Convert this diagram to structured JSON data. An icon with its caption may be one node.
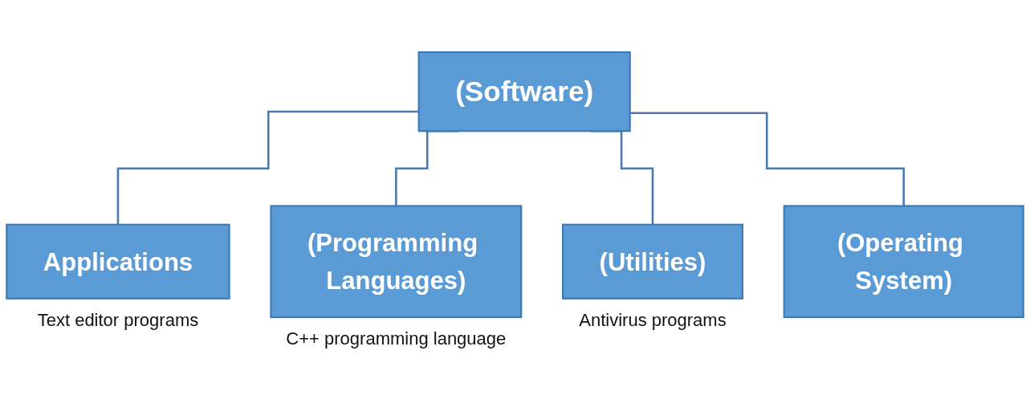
{
  "diagram": {
    "nodes": [
      {
        "text": [
          "(Software)"
        ]
      },
      {
        "text": [
          "Applications"
        ],
        "beside": [
          "Text editor programs"
        ]
      },
      {
        "text": [
          "(Programming Languages)"
        ],
        "beside": [
          "C++ programming language"
        ]
      },
      {
        "text": [
          "(Utilities)"
        ],
        "beside": [
          "Antivirus programs"
        ]
      },
      {
        "text": [
          "(Operating System)"
        ]
      }
    ],
    "edges": [
      {
        "from": 0,
        "to": 1,
        "arrow": "none"
      },
      {
        "from": 0,
        "to": 2,
        "arrow": "none"
      },
      {
        "from": 0,
        "to": 3,
        "arrow": "none"
      },
      {
        "from": 0,
        "to": 4,
        "arrow": "none"
      }
    ]
  }
}
